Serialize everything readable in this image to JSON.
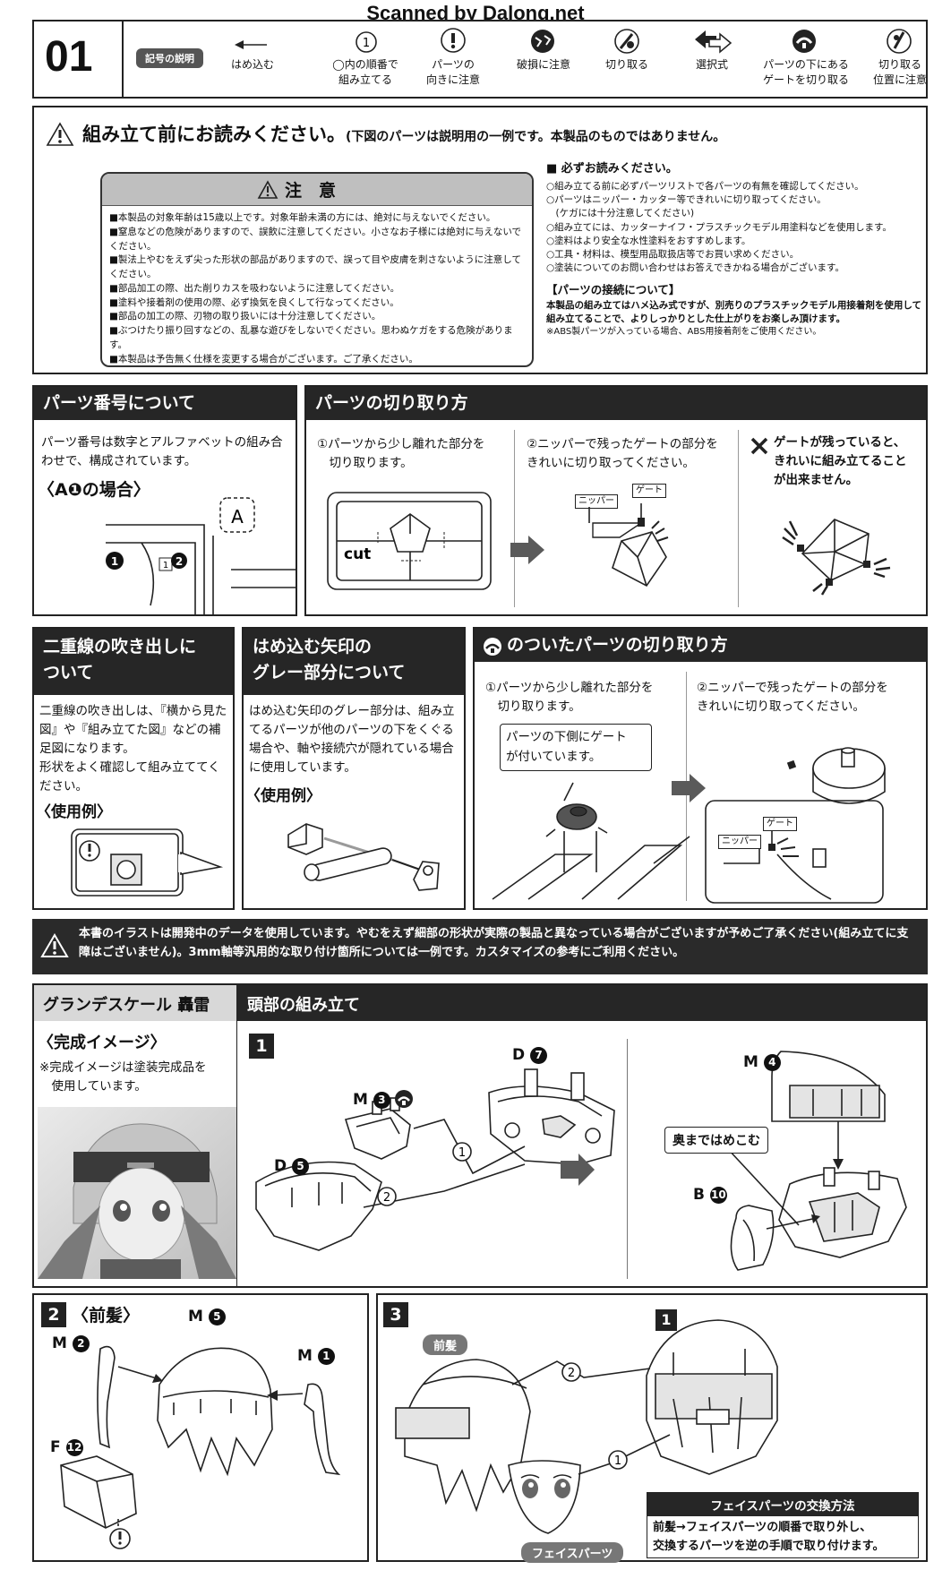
{
  "watermark": "Scanned by Dalong.net",
  "header": {
    "page_number": "01",
    "legend_label": "記号の説明",
    "symbols": [
      {
        "icon": "left-arrow-icon",
        "label": "はめ込む"
      },
      {
        "icon": "circled-number-icon",
        "label": "◯内の順番で\n組み立てる"
      },
      {
        "icon": "exclamation-icon",
        "label": "パーツの\n向きに注意"
      },
      {
        "icon": "breakage-icon",
        "label": "破損に注意"
      },
      {
        "icon": "cut-icon",
        "label": "切り取る"
      },
      {
        "icon": "choice-arrow-icon",
        "label": "選択式"
      },
      {
        "icon": "gate-cut-icon",
        "label": "パーツの下にある\nゲートを切り取る"
      },
      {
        "icon": "cut-position-icon",
        "label": "切り取る\n位置に注意"
      }
    ],
    "symbol_number": "1"
  },
  "caution": {
    "title": "組み立て前にお読みください。",
    "subtitle": "(下図のパーツは説明用の一例です。本製品のものではありません。",
    "box_title": "注　意",
    "items": [
      "■本製品の対象年齢は15歳以上です。対象年齢未満の方には、絶対に与えないでください。",
      "■窒息などの危険がありますので、誤飲に注意してください。小さなお子様には絶対に与えないでください。",
      "■製法上やむをえず尖った形状の部品がありますので、誤って目や皮膚を刺さないように注意してください。",
      "■部品加工の際、出た削りカスを吸わないように注意してください。",
      "■塗料や接着剤の使用の際、必ず換気を良くして行なってください。",
      "■部品の加工の際、刃物の取り扱いには十分注意してください。",
      "■ぶつけたり振り回すなどの、乱暴な遊びをしないでください。思わぬケガをする危険があります。",
      "■本製品は予告無く仕様を変更する場合がございます。ご了承ください。"
    ],
    "must_read_title": "■ 必ずお読みください。",
    "must_read": [
      "○組み立てる前に必ずパーツリストで各パーツの有無を確認してください。",
      "○パーツはニッパー・カッター等できれいに切り取ってください。",
      "　(ケガには十分注意してください)",
      "○組み立てには、カッターナイフ・プラスチックモデル用塗料などを使用します。",
      "○塗料はより安全な水性塗料をおすすめします。",
      "○工具・材料は、模型用品取扱店等でお買い求めください。",
      "○塗装についてのお問い合わせはお答えできかねる場合がございます。"
    ],
    "connection_title": "【パーツの接続について】",
    "connection_text": "本製品の組み立てはハメ込み式ですが、別売りのプラスチックモデル用接着剤を使用して組み立てることで、よりしっかりとした仕上がりをお楽しみ頂けます。",
    "connection_note": "※ABS製パーツが入っている場合、ABS用接着剤をご使用ください。"
  },
  "part_number": {
    "title": "パーツ番号について",
    "text": "パーツ番号は数字とアルファベットの組み合わせで、構成されています。",
    "example": "〈A❶の場合〉",
    "letter": "A",
    "num1": "1",
    "num1_small": "1",
    "num2": "2"
  },
  "cutting": {
    "title": "パーツの切り取り方",
    "step1": "①パーツから少し離れた部分を\n　切り取ります。",
    "cut_label": "cut",
    "step2": "②ニッパーで残ったゲートの部分を\nきれいに切り取ってください。",
    "nipper": "ニッパー",
    "gate": "ゲート",
    "warn": "ゲートが残っていると、\nきれいに組み立てること\nが出来ません。"
  },
  "double_line": {
    "title": "二重線の吹き出しに\nついて",
    "text": "二重線の吹き出しは、『横から見た図』や『組み立てた図』などの補足図になります。\n形状をよく確認して組み立ててください。",
    "example": "〈使用例〉"
  },
  "gray_arrow": {
    "title": "はめ込む矢印の\nグレー部分について",
    "text": "はめ込む矢印のグレー部分は、組み立てるパーツが他のパーツの下をくぐる場合や、軸や接続穴が隠れている場合に使用しています。",
    "example": "〈使用例〉"
  },
  "gate_under": {
    "title": "のついたパーツの切り取り方",
    "step1": "①パーツから少し離れた部分を\n　切り取ります。",
    "callout": "パーツの下側にゲート\nが付いています。",
    "step2": "②ニッパーで残ったゲートの部分を\nきれいに切り取ってください。",
    "nipper": "ニッパー",
    "gate": "ゲート"
  },
  "notice": "本書のイラストは開発中のデータを使用しています。やむをえず細部の形状が実際の製品と異なっている場合がございますが予めご了承ください(組み立てに支障はございません)。3mm軸等汎用的な取り付け箇所については一例です。カスタマイズの参考にご利用ください。",
  "product": {
    "name": "グランデスケール 轟雷",
    "section": "頭部の組み立て",
    "image_title": "〈完成イメージ〉",
    "image_note": "※完成イメージは塗装完成品を\n　使用しています。"
  },
  "step1": {
    "number": "1",
    "parts": {
      "d7": "D",
      "d7n": "7",
      "m3": "M",
      "m3n": "3",
      "d5": "D",
      "d5n": "5",
      "m4": "M",
      "m4n": "4",
      "b10": "B",
      "b10n": "10"
    },
    "order1": "1",
    "order2": "2",
    "callout": "奥まではめこむ"
  },
  "step2": {
    "number": "2",
    "title": "〈前髪〉",
    "parts": {
      "m5": "M",
      "m5n": "5",
      "m2": "M",
      "m2n": "2",
      "m1": "M",
      "m1n": "1",
      "f12": "F",
      "f12n": "12"
    }
  },
  "step3": {
    "number": "3",
    "bangs": "前髪",
    "face": "フェイスパーツ",
    "ref": "1",
    "order1": "1",
    "order2": "2",
    "method_title": "フェイスパーツの交換方法",
    "method_text": "前髪→フェイスパーツの順番で取り外し、\n交換するパーツを逆の手順で取り付けます。"
  }
}
